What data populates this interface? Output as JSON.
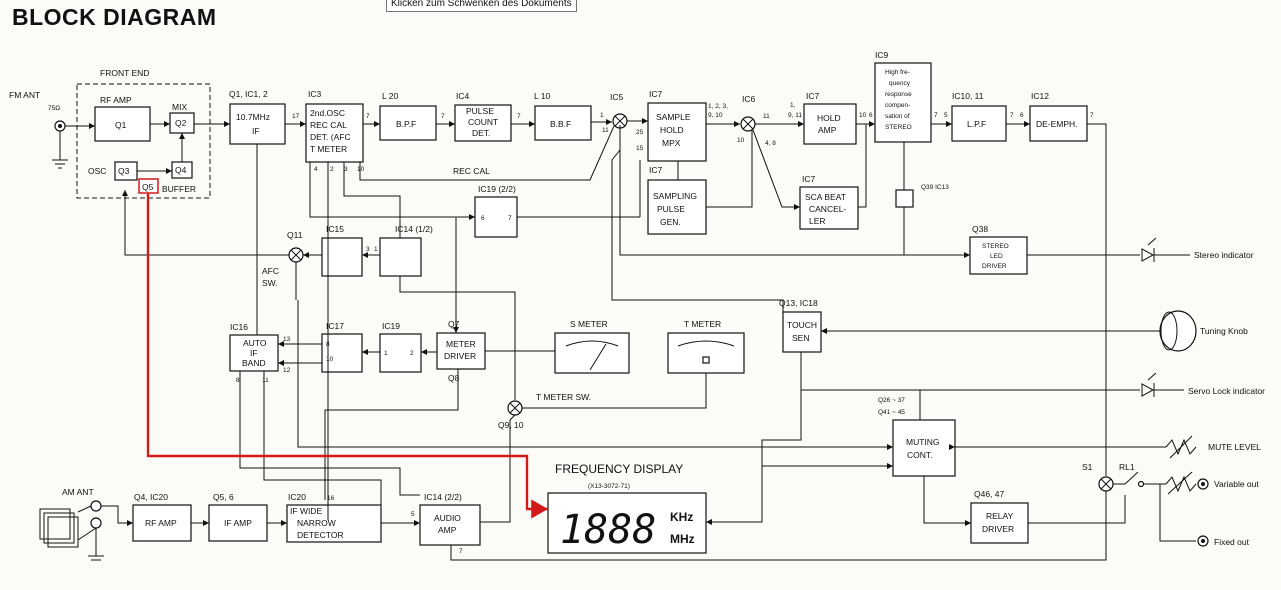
{
  "title": "BLOCK DIAGRAM",
  "tooltip": "Klicken zum Schwenken des Dokuments",
  "accent_color": "#d21a1a",
  "front_end": {
    "label": "FRONT END",
    "fm_ant": "FM  ANT",
    "ohm": "75Ω",
    "rf_amp": "RF AMP",
    "q1": "Q1",
    "mix": "MIX",
    "q2": "Q2",
    "osc": "OSC",
    "q3": "Q3",
    "q4": "Q4",
    "q5": "Q5",
    "buffer": "BUFFER"
  },
  "blocks": {
    "if_hdr": "Q1, IC1, 2",
    "if1": "10.7MHz",
    "if2": "IF",
    "ic3": "IC3",
    "ic3_l1": "2nd.OSC",
    "ic3_l2": "REC CAL",
    "ic3_l3": "DET. (AFC",
    "ic3_l4": "T METER",
    "l20": "L 20",
    "bpf": "B.P.F",
    "ic4": "IC4",
    "ic4_l1": "PULSE",
    "ic4_l2": "COUNT",
    "ic4_l3": "DET.",
    "l10": "L 10",
    "bbf": "B.B.F",
    "ic5": "IC5",
    "ic7a": "IC7",
    "sh1": "SAMPLE",
    "sh2": "HOLD",
    "sh3": "MPX",
    "ic7b": "IC7",
    "sp1": "SAMPLING",
    "sp2": "PULSE",
    "sp3": "GEN.",
    "ic6": "IC6",
    "ic7c": "IC7",
    "ha1": "HOLD",
    "ha2": "AMP",
    "ic7d": "IC7",
    "sca1": "SCA BEAT",
    "sca2": "CANCEL-",
    "sca3": "LER",
    "ic9": "IC9",
    "ic9_l1": "High fre-",
    "ic9_l2": "quency",
    "ic9_l3": "response",
    "ic9_l4": "compen-",
    "ic9_l5": "sation of",
    "ic9_l6": "STEREO",
    "ic10": "IC10, 11",
    "lpf": "L.P.F",
    "ic12": "IC12",
    "deemph": "DE-EMPH.",
    "q39": "Q39  IC13",
    "q38": "Q38",
    "sl1": "STEREO",
    "sl2": "LED",
    "sl3": "DRIVER",
    "rec_cal": "REC  CAL",
    "ic19_22": "IC19 (2/2)",
    "q11": "Q11",
    "ic15": "IC15",
    "ic14_12": "IC14 (1/2)",
    "afc1": "AFC",
    "afc2": "SW.",
    "ic16": "IC16",
    "auto1": "AUTO",
    "auto2": "IF",
    "auto3": "BAND",
    "ic17": "IC17",
    "ic19": "IC19",
    "q7": "Q7",
    "md1": "METER",
    "md2": "DRIVER",
    "q8": "Q8",
    "smeter": "S METER",
    "tmeter": "T METER",
    "tmeter_sw": "T METER SW.",
    "q910": "Q9, 10",
    "q13": "Q13, IC18",
    "ts1": "TOUCH",
    "ts2": "SEN",
    "q26": "Q26 ~ 37",
    "q41": "Q41 ~ 45",
    "mc1": "MUTING",
    "mc2": "CONT.",
    "q46": "Q46, 47",
    "rd1": "RELAY",
    "rd2": "DRIVER",
    "s1": "S1",
    "rl1": "RL1",
    "am_ant": "AM ANT",
    "q4am": "Q4, IC20",
    "rfamp_am": "RF AMP",
    "q56": "Q5, 6",
    "ifamp_am": "IF AMP",
    "ic20": "IC20",
    "ifw1": "IF WIDE",
    "ifw2": "NARROW",
    "ifw3": "DETECTOR",
    "ic14_22": "IC14 (2/2)",
    "aa1": "AUDIO",
    "aa2": "AMP",
    "fd_title": "FREQUENCY DISPLAY",
    "fd_part": "(X13-3072-71)",
    "fd_digits": "1888",
    "khz": "KHz",
    "mhz": "MHz"
  },
  "outputs": {
    "stereo": "Stereo indicator",
    "tuning": "Tuning Knob",
    "servo": "Servo Lock indicator",
    "mute": "MUTE LEVEL",
    "variable": "Variable out",
    "fixed": "Fixed out"
  },
  "pins": {
    "p17": "17",
    "p7a": "7",
    "p4": "4",
    "p2": "2",
    "p3": "3",
    "p10a": "10",
    "p7b": "7",
    "p7c": "7",
    "p1a": "1",
    "p11a": "11",
    "p25": "25",
    "p15": "15",
    "p123": "1, 2, 3,",
    "p910": "9, 10",
    "p1b": "1",
    "p10b": "10",
    "p11b": "11",
    "p48": "4, 8",
    "p1c": "1,",
    "p911": "9, 11",
    "p10c": "10",
    "p6": "6",
    "p7d": "7",
    "p5": "5",
    "p7e": "7",
    "p6b": "6",
    "p7f": "7",
    "p6c": "6",
    "p7g": "7",
    "p3b": "3",
    "p1d": "1",
    "p2b": "2",
    "p13": "13",
    "p12": "12",
    "p8": "8",
    "p11c": "11",
    "p8b": "8",
    "p10d": "10",
    "p1e": "1",
    "p2c": "2",
    "p16": "16",
    "p5b": "5",
    "p7h": "7"
  }
}
